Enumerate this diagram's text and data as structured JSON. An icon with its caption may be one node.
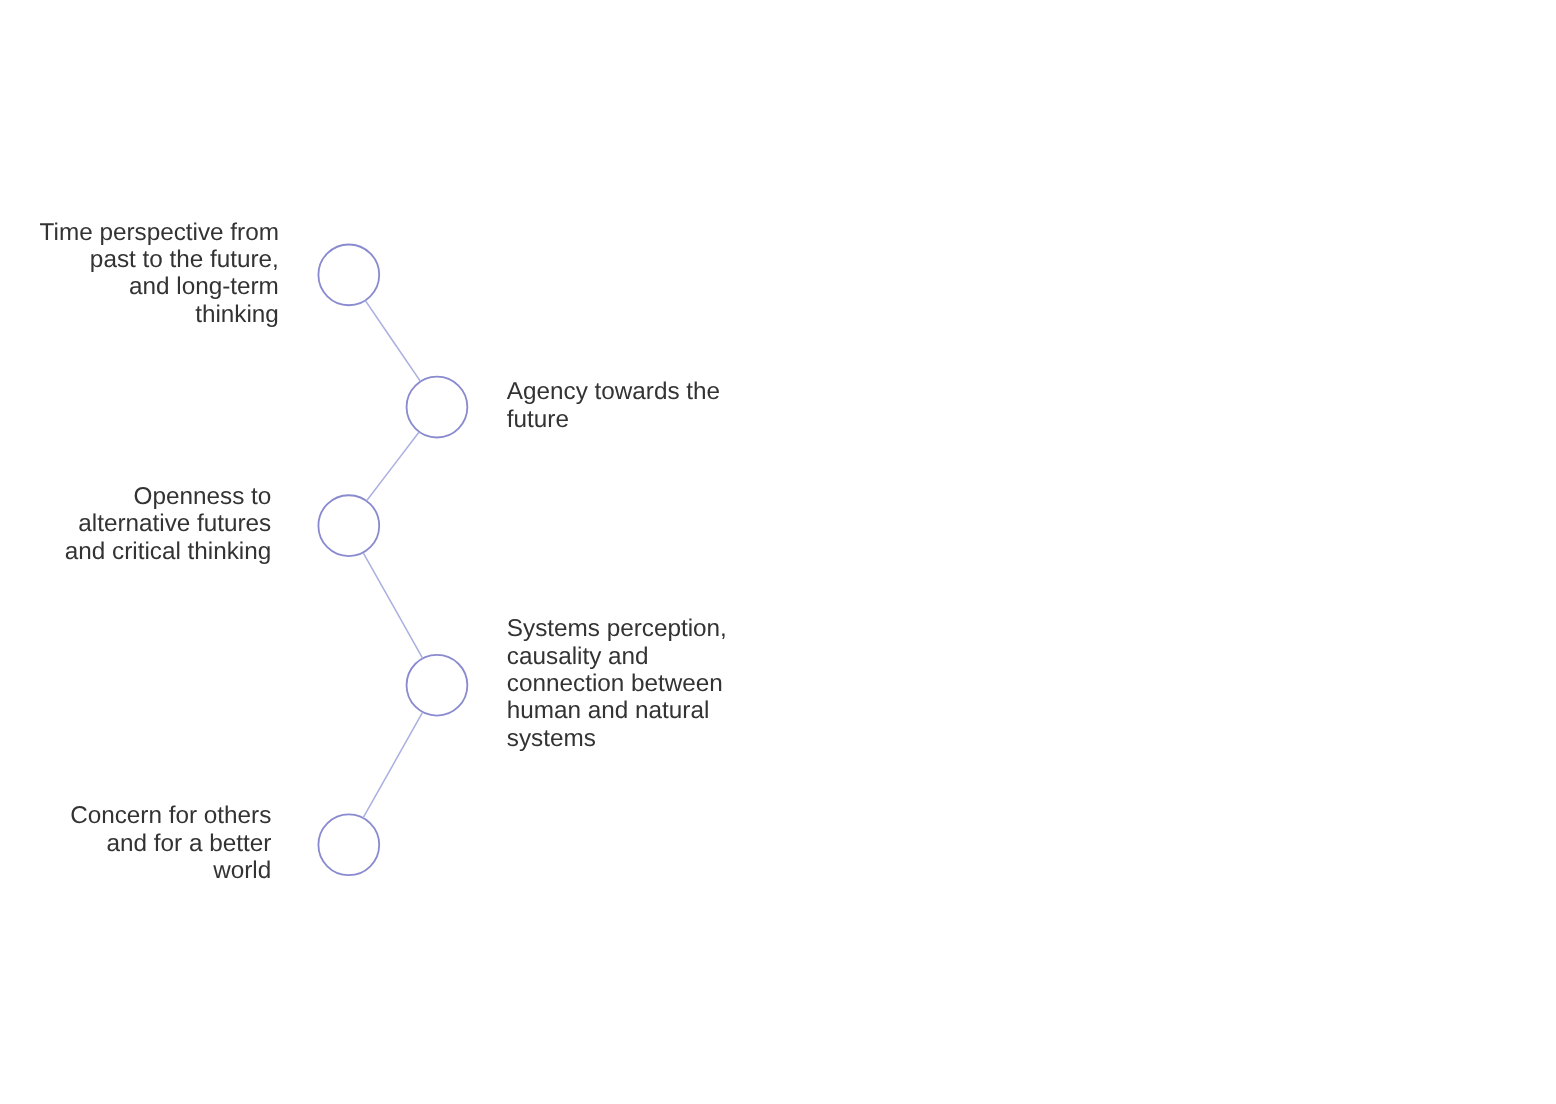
{
  "diagram": {
    "nodes": [
      {
        "text": [],
        "shape": "circle",
        "beside": [
          "Time perspective from past to the future, and long-term thinking"
        ]
      },
      {
        "text": [],
        "shape": "circle",
        "beside": [
          "Agency towards the future"
        ]
      },
      {
        "text": [],
        "shape": "circle",
        "beside": [
          "Openness to alternative futures and critical thinking"
        ]
      },
      {
        "text": [],
        "shape": "circle",
        "beside": [
          "Systems perception, causality and connection between human and natural systems"
        ]
      },
      {
        "text": [],
        "shape": "circle",
        "beside": [
          "Concern for others and for a better world"
        ]
      }
    ],
    "edges": [
      {
        "from": 0,
        "to": 1,
        "arrow": "none"
      },
      {
        "from": 1,
        "to": 2,
        "arrow": "none"
      },
      {
        "from": 2,
        "to": 3,
        "arrow": "none"
      },
      {
        "from": 3,
        "to": 4,
        "arrow": "none"
      }
    ]
  }
}
